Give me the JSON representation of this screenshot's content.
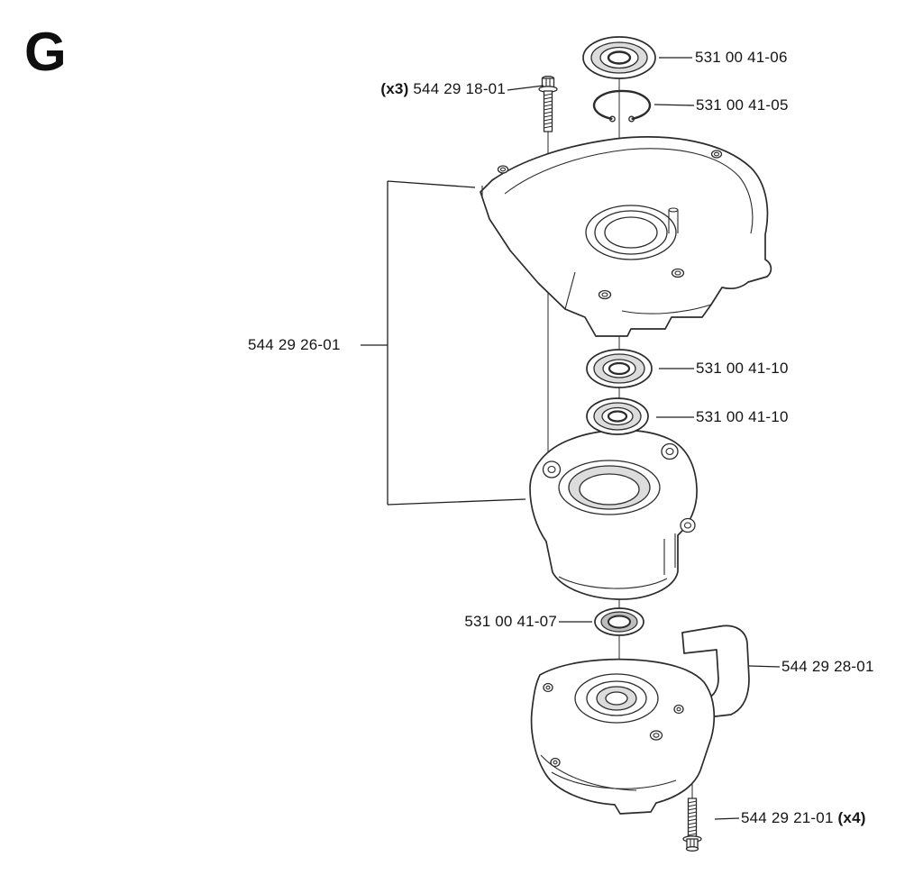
{
  "page": {
    "section_letter": "G"
  },
  "callouts": {
    "bearing_top": {
      "part_number": "531 00 41-06"
    },
    "screw_upper": {
      "qty": "(x3)",
      "part_number": "544 29 18-01"
    },
    "circlip": {
      "part_number": "531 00 41-05"
    },
    "crankcase": {
      "part_number": "544 29 26-01"
    },
    "bearing_mid_upper": {
      "part_number": "531 00 41-10"
    },
    "bearing_mid_lower": {
      "part_number": "531 00 41-10"
    },
    "seal": {
      "part_number": "531 00 41-07"
    },
    "cover": {
      "part_number": "544 29 28-01"
    },
    "screw_lower": {
      "part_number": "544 29 21-01",
      "qty": "(x4)"
    }
  }
}
